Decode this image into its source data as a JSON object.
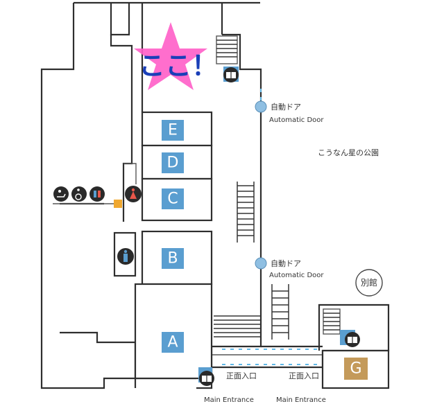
{
  "map": {
    "rooms": [
      {
        "id": "E",
        "label": "E"
      },
      {
        "id": "D",
        "label": "D"
      },
      {
        "id": "C",
        "label": "C"
      },
      {
        "id": "B",
        "label": "B"
      },
      {
        "id": "A",
        "label": "A"
      },
      {
        "id": "G",
        "label": "G"
      }
    ],
    "here_marker": {
      "text": "ここ！",
      "star_color": "#ff5ec8",
      "text_color": "#1a3fb8"
    },
    "automatic_doors": [
      {
        "ja": "自動ドア",
        "en": "Automatic Door"
      },
      {
        "ja": "自動ドア",
        "en": "Automatic Door"
      }
    ],
    "park_label": "こうなん星の公園",
    "annex_label": "別館",
    "main_entrances": [
      {
        "ja": "正面入口",
        "en": "Main Entrance"
      },
      {
        "ja": "正面入口",
        "en": "Main Entrance"
      }
    ],
    "colors": {
      "room_tag": "#5a9ed0",
      "room_tag_g": "#c49a5a",
      "elevator": "#2a2a2a",
      "restroom_accent": "#e8574a",
      "door_dot": "#8fbfe2"
    }
  }
}
